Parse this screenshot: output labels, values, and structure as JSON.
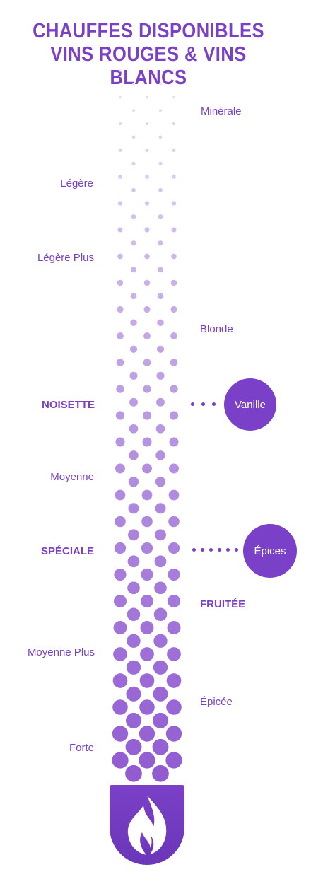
{
  "title": {
    "line1": "CHAUFFES DISPONIBLES",
    "line2": "VINS ROUGES & VINS BLANCS"
  },
  "labels": {
    "minerale": "Minérale",
    "legere": "Légère",
    "legere_plus": "Légère Plus",
    "blonde": "Blonde",
    "noisette": "NOISETTE",
    "moyenne": "Moyenne",
    "speciale": "SPÉCIALE",
    "fruitee": "FRUITÉE",
    "moyenne_plus": "Moyenne Plus",
    "epicee": "Épicée",
    "forte": "Forte"
  },
  "bubbles": {
    "vanille": "Vanille",
    "epices": "Épices"
  },
  "colors": {
    "accent": "#7a40c7",
    "light": "#ece8f6",
    "white": "#ffffff"
  },
  "icons": {
    "flame": "flame-icon"
  }
}
